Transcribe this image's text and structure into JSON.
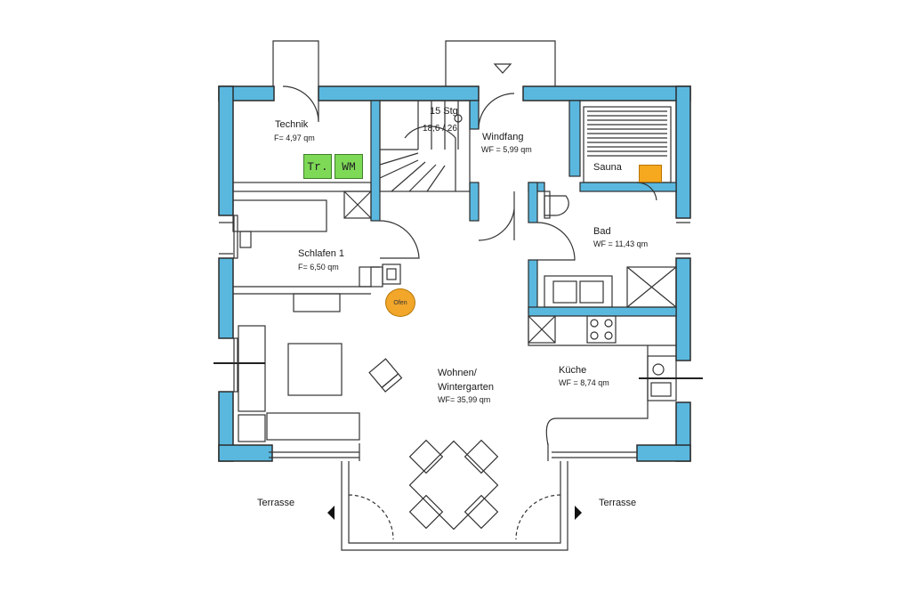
{
  "rooms": {
    "technik": {
      "name": "Technik",
      "area": "F= 4,97 qm"
    },
    "stairs": {
      "steps": "15 Stg",
      "dims": "18,6 / 26"
    },
    "windfang": {
      "name": "Windfang",
      "area": "WF = 5,99 qm"
    },
    "sauna": {
      "name": "Sauna"
    },
    "bad": {
      "name": "Bad",
      "area": "WF = 11,43 qm"
    },
    "schlafen": {
      "name": "Schlafen 1",
      "area": "F= 6,50 qm"
    },
    "wohnen": {
      "name_line1": "Wohnen/",
      "name_line2": "Wintergarten",
      "area": "WF= 35,99 qm"
    },
    "kueche": {
      "name": "Küche",
      "area": "WF = 8,74 qm"
    }
  },
  "appliances": {
    "dryer": "Tr.",
    "washer": "WM",
    "stove": "Ofen"
  },
  "terraces": {
    "left": "Terrasse",
    "right": "Terrasse"
  },
  "colors": {
    "wall_fill": "#5ab8df",
    "wall_line": "#2b2b2b",
    "appliance": "#7ed957",
    "heater": "#f6a91f"
  }
}
